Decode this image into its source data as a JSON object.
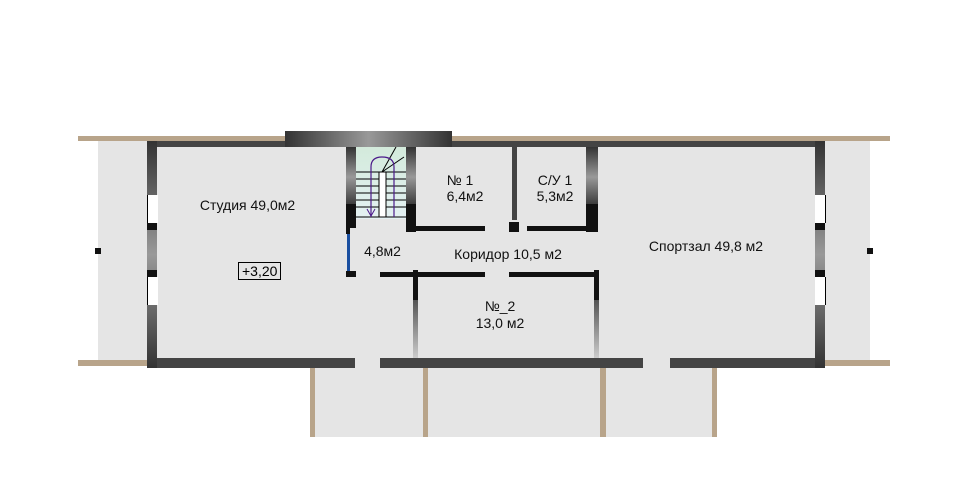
{
  "rooms": {
    "studio": "Студия 49,0м2",
    "room1_name": "№ 1",
    "room1_area": "6,4м2",
    "wc1_name": "С/У 1",
    "wc1_area": "5,3м2",
    "hall_area": "4,8м2",
    "corridor": "Коридор 10,5 м2",
    "room2_name": "№_2",
    "room2_area": "13,0 м2",
    "gym": "Спортзал 49,8 м2"
  },
  "level_mark": "+3,20",
  "colors": {
    "floor": "#e5e5e5",
    "rail": "#b8a48a",
    "stair": "#d8ece2",
    "wall": "#111111"
  }
}
